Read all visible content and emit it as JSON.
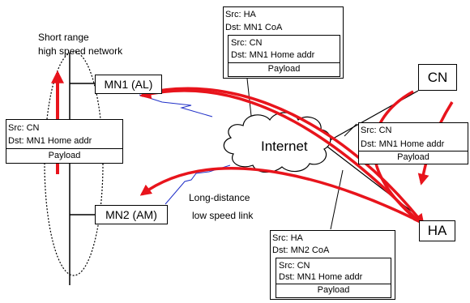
{
  "network_label": [
    "Short range",
    "high speed network"
  ],
  "link_label": [
    "Long-distance",
    "low speed link"
  ],
  "cloud_label": "Internet",
  "nodes": {
    "mn1": "MN1 (AL)",
    "mn2": "MN2 (AM)",
    "cn": "CN",
    "ha": "HA"
  },
  "packets": {
    "top": {
      "outer_src": "Src: HA",
      "outer_dst": "Dst: MN1 CoA",
      "inner_src": "Src: CN",
      "inner_dst": "Dst: MN1 Home addr",
      "payload": "Payload"
    },
    "left": {
      "src": "Src: CN",
      "dst": "Dst: MN1 Home addr",
      "payload": "Payload"
    },
    "right": {
      "src": "Src: CN",
      "dst": "Dst: MN1 Home addr",
      "payload": "Payload"
    },
    "bottom": {
      "outer_src": "Src: HA",
      "outer_dst": "Dst: MN2 CoA",
      "inner_src": "Src: CN",
      "inner_dst": "Dst: MN1 Home addr",
      "payload": "Payload"
    }
  },
  "colors": {
    "flow": "#e8141c",
    "radio_link": "#2030c8",
    "line": "#000000"
  }
}
